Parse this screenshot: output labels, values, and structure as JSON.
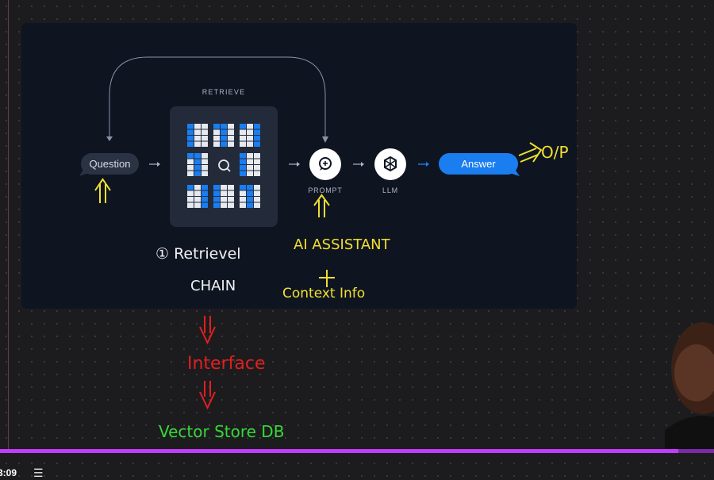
{
  "slide": {
    "retrieve_label": "RETRIEVE",
    "question_label": "Question",
    "prompt_label": "PROMPT",
    "llm_label": "LLM",
    "answer_label": "Answer",
    "question_icon": "chat-bubble-icon",
    "prompt_icon": "chat-plus-icon",
    "llm_icon": "hexagon-cube-icon",
    "document_icon": "document-grid-icon",
    "search_icon": "magnifier-icon",
    "accent_color": "#1a7df0"
  },
  "annotations": {
    "retrieval_chain_line1": "① Retrievel",
    "retrieval_chain_line2": "CHAIN",
    "ai_assistant": "AI ASSISTANT",
    "plus": "+",
    "context_info": "Context Info",
    "output": "O/P",
    "interface": "Interface",
    "vector_store": "Vector Store DB"
  },
  "player": {
    "time": "3:09",
    "progress": 0.95,
    "chapters_icon": "chapters-list-icon"
  }
}
